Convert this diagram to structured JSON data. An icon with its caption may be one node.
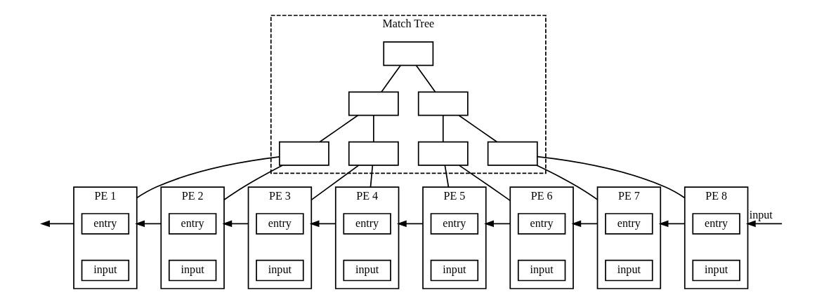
{
  "diagram": {
    "nodes": [
      {
        "text": [
          "Match Tree"
        ]
      },
      {
        "text": [],
        "shape": "box",
        "in": 0
      },
      {
        "text": [],
        "shape": "box",
        "in": 0
      },
      {
        "text": [],
        "shape": "box",
        "in": 0
      },
      {
        "text": [],
        "shape": "box",
        "in": 0
      },
      {
        "text": [],
        "shape": "box",
        "in": 0
      },
      {
        "text": [],
        "shape": "box",
        "in": 0
      },
      {
        "text": [],
        "shape": "box",
        "in": 0
      },
      {
        "text": [
          "PE 1"
        ]
      },
      {
        "text": [
          "entry"
        ],
        "in": 8
      },
      {
        "text": [
          "input"
        ],
        "in": 8
      },
      {
        "text": [
          "PE 2"
        ]
      },
      {
        "text": [
          "entry"
        ],
        "in": 11
      },
      {
        "text": [
          "input"
        ],
        "in": 11
      },
      {
        "text": [
          "PE 3"
        ]
      },
      {
        "text": [
          "entry"
        ],
        "in": 14
      },
      {
        "text": [
          "input"
        ],
        "in": 14
      },
      {
        "text": [
          "PE 4"
        ]
      },
      {
        "text": [
          "entry"
        ],
        "in": 17
      },
      {
        "text": [
          "input"
        ],
        "in": 17
      },
      {
        "text": [
          "PE 5"
        ]
      },
      {
        "text": [
          "entry"
        ],
        "in": 20
      },
      {
        "text": [
          "input"
        ],
        "in": 20
      },
      {
        "text": [
          "PE 6"
        ]
      },
      {
        "text": [
          "entry"
        ],
        "in": 23
      },
      {
        "text": [
          "input"
        ],
        "in": 23
      },
      {
        "text": [
          "PE 7"
        ]
      },
      {
        "text": [
          "entry"
        ],
        "in": 26
      },
      {
        "text": [
          "input"
        ],
        "in": 26
      },
      {
        "text": [
          "PE 8"
        ]
      },
      {
        "text": [
          "entry"
        ],
        "in": 29
      },
      {
        "text": [
          "input"
        ],
        "in": 29
      }
    ],
    "edges": [
      {
        "from": 1,
        "to": 2,
        "arrow": "none"
      },
      {
        "from": 1,
        "to": 3,
        "arrow": "none"
      },
      {
        "from": 2,
        "to": 4,
        "arrow": "none"
      },
      {
        "from": 2,
        "to": 5,
        "arrow": "none"
      },
      {
        "from": 3,
        "to": 6,
        "arrow": "none"
      },
      {
        "from": 3,
        "to": 7,
        "arrow": "none"
      },
      {
        "from": 4,
        "to": 8,
        "arrow": "none"
      },
      {
        "from": 4,
        "to": 11,
        "arrow": "none"
      },
      {
        "from": 5,
        "to": 14,
        "arrow": "none"
      },
      {
        "from": 5,
        "to": 17,
        "arrow": "none"
      },
      {
        "from": 6,
        "to": 20,
        "arrow": "none"
      },
      {
        "from": 6,
        "to": 23,
        "arrow": "none"
      },
      {
        "from": 7,
        "to": 26,
        "arrow": "none"
      },
      {
        "from": 7,
        "to": 29,
        "arrow": "none"
      },
      {
        "from": null,
        "to": 29,
        "arrow": "to",
        "label": "input"
      },
      {
        "from": 29,
        "to": 26,
        "arrow": "to"
      },
      {
        "from": 26,
        "to": 23,
        "arrow": "to"
      },
      {
        "from": 23,
        "to": 20,
        "arrow": "to"
      },
      {
        "from": 20,
        "to": 17,
        "arrow": "to"
      },
      {
        "from": 17,
        "to": 14,
        "arrow": "to"
      },
      {
        "from": 14,
        "to": 11,
        "arrow": "to"
      },
      {
        "from": 11,
        "to": 8,
        "arrow": "to"
      },
      {
        "from": 8,
        "to": null,
        "arrow": "to"
      }
    ]
  }
}
